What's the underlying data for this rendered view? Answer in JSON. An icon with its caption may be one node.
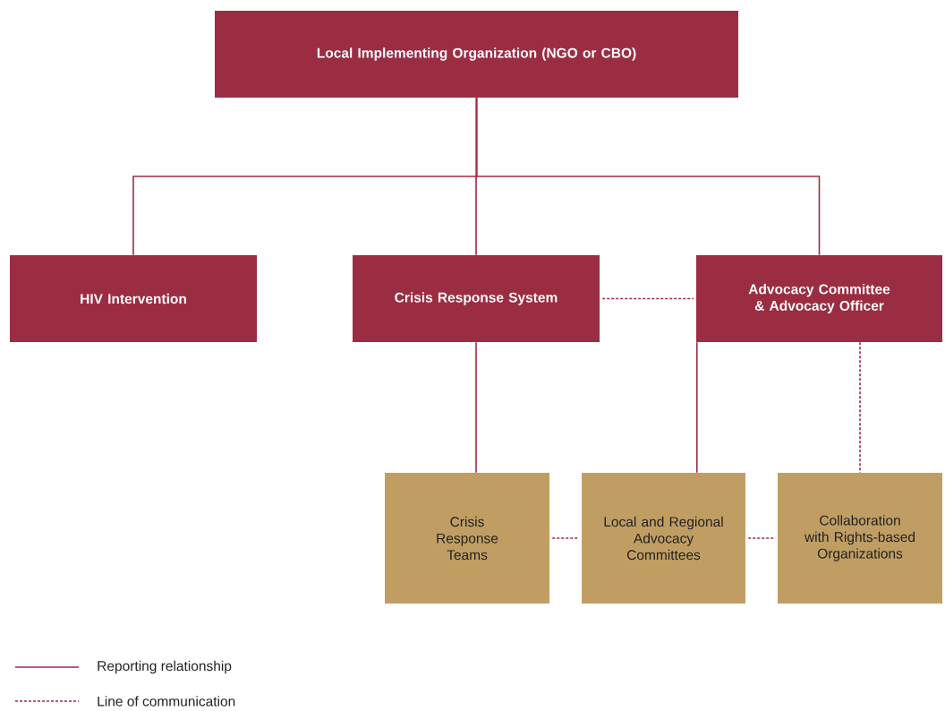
{
  "diagram": {
    "nodes": [
      {
        "text": [
          "Local Implementing Organization (NGO or CBO)"
        ]
      },
      {
        "text": [
          "HIV Intervention"
        ]
      },
      {
        "text": [
          "Crisis Response System"
        ]
      },
      {
        "text": [
          "Advocacy Committee & Advocacy Officer"
        ]
      },
      {
        "text": [
          "Crisis Response Teams"
        ]
      },
      {
        "text": [
          "Local and Regional Advocacy Committees"
        ]
      },
      {
        "text": [
          "Collaboration with Rights-based Organizations"
        ]
      }
    ],
    "edges": [
      {
        "from": 0,
        "to": 1,
        "arrow": "none"
      },
      {
        "from": 0,
        "to": 2,
        "arrow": "none"
      },
      {
        "from": 0,
        "to": 3,
        "arrow": "none"
      },
      {
        "from": 2,
        "to": 3,
        "arrow": "none",
        "style": "dashed"
      },
      {
        "from": 2,
        "to": 4,
        "arrow": "none"
      },
      {
        "from": 3,
        "to": 5,
        "arrow": "none"
      },
      {
        "from": 3,
        "to": 6,
        "arrow": "none",
        "style": "dashed"
      },
      {
        "from": 4,
        "to": 5,
        "arrow": "none",
        "style": "dashed"
      },
      {
        "from": 5,
        "to": 6,
        "arrow": "none",
        "style": "dashed"
      }
    ],
    "legend": [
      {
        "text": "Reporting relationship"
      },
      {
        "text": "Line of communication"
      }
    ]
  }
}
